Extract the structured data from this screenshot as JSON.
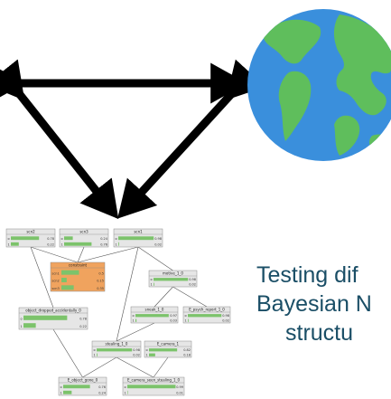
{
  "caption": {
    "line1": "Testing dif",
    "line2": "Bayesian N",
    "line3": "structu"
  },
  "colors": {
    "arrow": "#000000",
    "ocean": "#3a8fdc",
    "land": "#5fbe5c",
    "caption": "#1a4e66",
    "node_bg": "#e6e6e6",
    "node_border": "#8c8c8c",
    "bar": "#7cc36b",
    "evidence_node": "#f0a35e"
  },
  "network": {
    "nodes": [
      {
        "id": "scn2",
        "title": "scn2",
        "rows": [
          {
            "label": "o",
            "value": "0.78"
          },
          {
            "label": "1",
            "value": "0.22"
          }
        ],
        "bars": [
          0.78,
          0.22
        ]
      },
      {
        "id": "scn3",
        "title": "scn3",
        "rows": [
          {
            "label": "o",
            "value": "0.24"
          },
          {
            "label": "1",
            "value": "0.76"
          }
        ],
        "bars": [
          0.24,
          0.76
        ]
      },
      {
        "id": "scn1",
        "title": "scn1",
        "rows": [
          {
            "label": "o",
            "value": "0.98"
          },
          {
            "label": "1",
            "value": "0.02"
          }
        ],
        "bars": [
          0.98,
          0.02
        ]
      },
      {
        "id": "constraint",
        "title": "constraint",
        "evidence": true,
        "rows": [
          {
            "label": "scn1",
            "value": "0.5"
          },
          {
            "label": "scn2",
            "value": "0.15"
          },
          {
            "label": "scn3",
            "value": "0.35"
          }
        ],
        "bars": [
          0.5,
          0.15,
          0.35
        ]
      },
      {
        "id": "motive_1_0",
        "title": "motive_1_0",
        "rows": [
          {
            "label": "o",
            "value": "0.98"
          },
          {
            "label": "1",
            "value": "0.02"
          }
        ],
        "bars": [
          0.98,
          0.02
        ]
      },
      {
        "id": "object_dropped_accidentally_0",
        "title": "object_dropped_accidentally_0",
        "rows": [
          {
            "label": "o",
            "value": "0.78"
          },
          {
            "label": "1",
            "value": "0.22"
          }
        ],
        "bars": [
          0.78,
          0.22
        ]
      },
      {
        "id": "sneak_1_0",
        "title": "sneak_1_0",
        "rows": [
          {
            "label": "o",
            "value": "0.97"
          },
          {
            "label": "1",
            "value": "0.03"
          }
        ],
        "bars": [
          0.97,
          0.03
        ]
      },
      {
        "id": "E_psych_report_1_0",
        "title": "E_psych_report_1_0",
        "rows": [
          {
            "label": "o",
            "value": "0.98"
          },
          {
            "label": "1",
            "value": "0.02"
          }
        ],
        "bars": [
          0.98,
          0.02
        ]
      },
      {
        "id": "stealing_1_0",
        "title": "stealing_1_0",
        "rows": [
          {
            "label": "o",
            "value": "0.98"
          },
          {
            "label": "1",
            "value": "0.02"
          }
        ],
        "bars": [
          0.98,
          0.02
        ]
      },
      {
        "id": "E_camera_1",
        "title": "E_camera_1",
        "rows": [
          {
            "label": "o",
            "value": "0.82"
          },
          {
            "label": "1",
            "value": "0.18"
          }
        ],
        "bars": [
          0.82,
          0.18
        ]
      },
      {
        "id": "E_object_gone_0",
        "title": "E_object_gone_0",
        "rows": [
          {
            "label": "o",
            "value": "0.76"
          },
          {
            "label": "1",
            "value": "0.24"
          }
        ],
        "bars": [
          0.76,
          0.24
        ]
      },
      {
        "id": "E_camera_seen_stealing_1_0",
        "title": "E_camera_seen_stealing_1_0",
        "rows": [
          {
            "label": "o",
            "value": "0.99"
          },
          {
            "label": "1",
            "value": "0.01"
          }
        ],
        "bars": [
          0.99,
          0.01
        ]
      }
    ],
    "edges": [
      [
        "scn2",
        "constraint"
      ],
      [
        "scn3",
        "constraint"
      ],
      [
        "scn1",
        "constraint"
      ],
      [
        "scn2",
        "object_dropped_accidentally_0"
      ],
      [
        "scn1",
        "motive_1_0"
      ],
      [
        "scn1",
        "stealing_1_0"
      ],
      [
        "motive_1_0",
        "sneak_1_0"
      ],
      [
        "motive_1_0",
        "E_psych_report_1_0"
      ],
      [
        "sneak_1_0",
        "stealing_1_0"
      ],
      [
        "object_dropped_accidentally_0",
        "E_object_gone_0"
      ],
      [
        "stealing_1_0",
        "E_object_gone_0"
      ],
      [
        "stealing_1_0",
        "E_camera_seen_stealing_1_0"
      ],
      [
        "E_camera_1",
        "E_camera_seen_stealing_1_0"
      ]
    ]
  }
}
